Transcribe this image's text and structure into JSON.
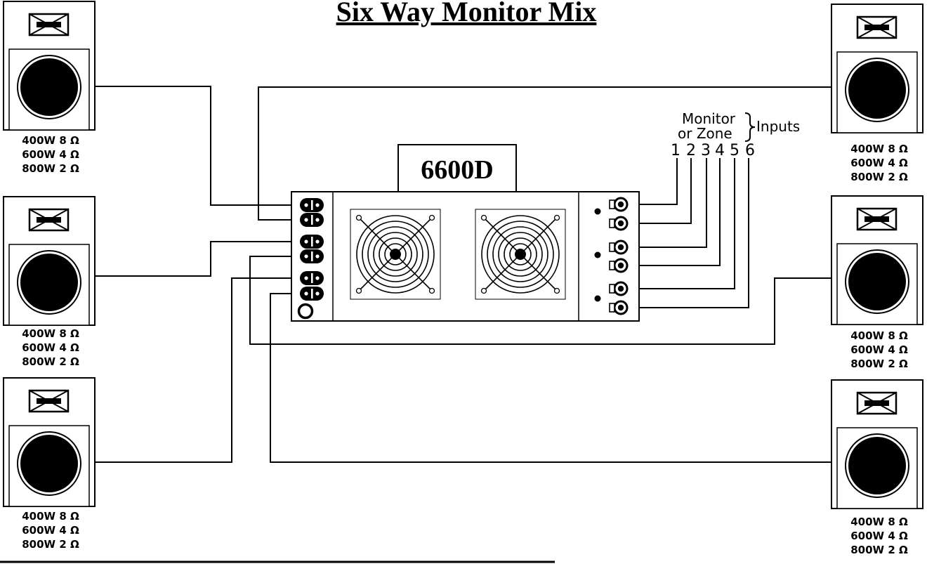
{
  "title": "Six Way Monitor Mix",
  "amplifier": {
    "model": "6600D"
  },
  "inputs_label": {
    "line1": "Monitor",
    "line2": "or Zone",
    "group": "Inputs"
  },
  "input_numbers": [
    "1",
    "2",
    "3",
    "4",
    "5",
    "6"
  ],
  "speakers": [
    {
      "id": "left-1",
      "ratings": [
        "400W 8 Ω",
        "600W 4 Ω",
        "800W 2 Ω"
      ]
    },
    {
      "id": "left-2",
      "ratings": [
        "400W 8 Ω",
        "600W 4 Ω",
        "800W 2 Ω"
      ]
    },
    {
      "id": "left-3",
      "ratings": [
        "400W 8 Ω",
        "600W 4 Ω",
        "800W 2 Ω"
      ]
    },
    {
      "id": "right-1",
      "ratings": [
        "400W 8 Ω",
        "600W 4 Ω",
        "800W 2 Ω"
      ]
    },
    {
      "id": "right-2",
      "ratings": [
        "400W 8 Ω",
        "600W 4 Ω",
        "800W 2 Ω"
      ]
    },
    {
      "id": "right-3",
      "ratings": [
        "400W 8 Ω",
        "600W 4 Ω",
        "800W 2 Ω"
      ]
    }
  ]
}
